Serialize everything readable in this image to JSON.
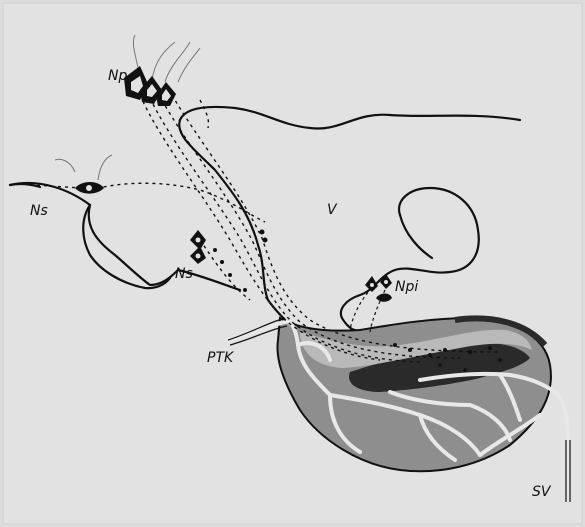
{
  "labels": {
    "np": "Np",
    "ns_upper": "Ns",
    "ns_lower": "Ns",
    "v": "V",
    "npi": "Npi",
    "ptk": "PTK",
    "sv": "SV"
  },
  "colors": {
    "background": "#dcdcdc",
    "ink": "#111111",
    "gland_fill": "#8e8e8e",
    "dark_lobe": "#2a2a2a",
    "vessel": "#e8e8e8"
  }
}
